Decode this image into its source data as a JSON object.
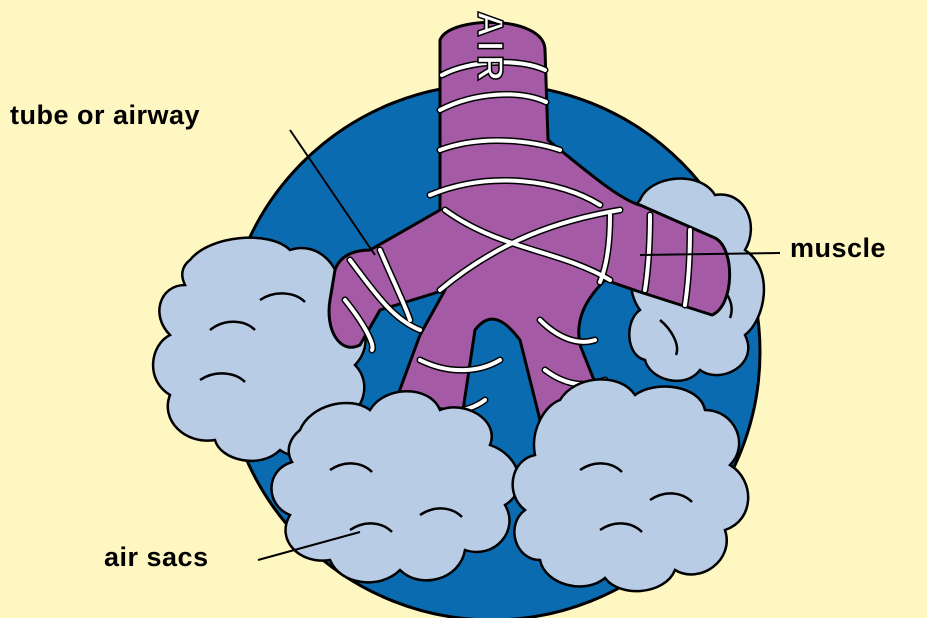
{
  "labels": {
    "air": "AIR",
    "tube": "tube or airway",
    "muscle": "muscle",
    "air_sacs": "air sacs"
  },
  "colors": {
    "background": "#FFF7C2",
    "circle": "#0A6BB0",
    "airway": "#A55AA5",
    "air_sac": "#B9CCE6",
    "muscle_band": "#FFFFFF",
    "outline": "#000000"
  }
}
